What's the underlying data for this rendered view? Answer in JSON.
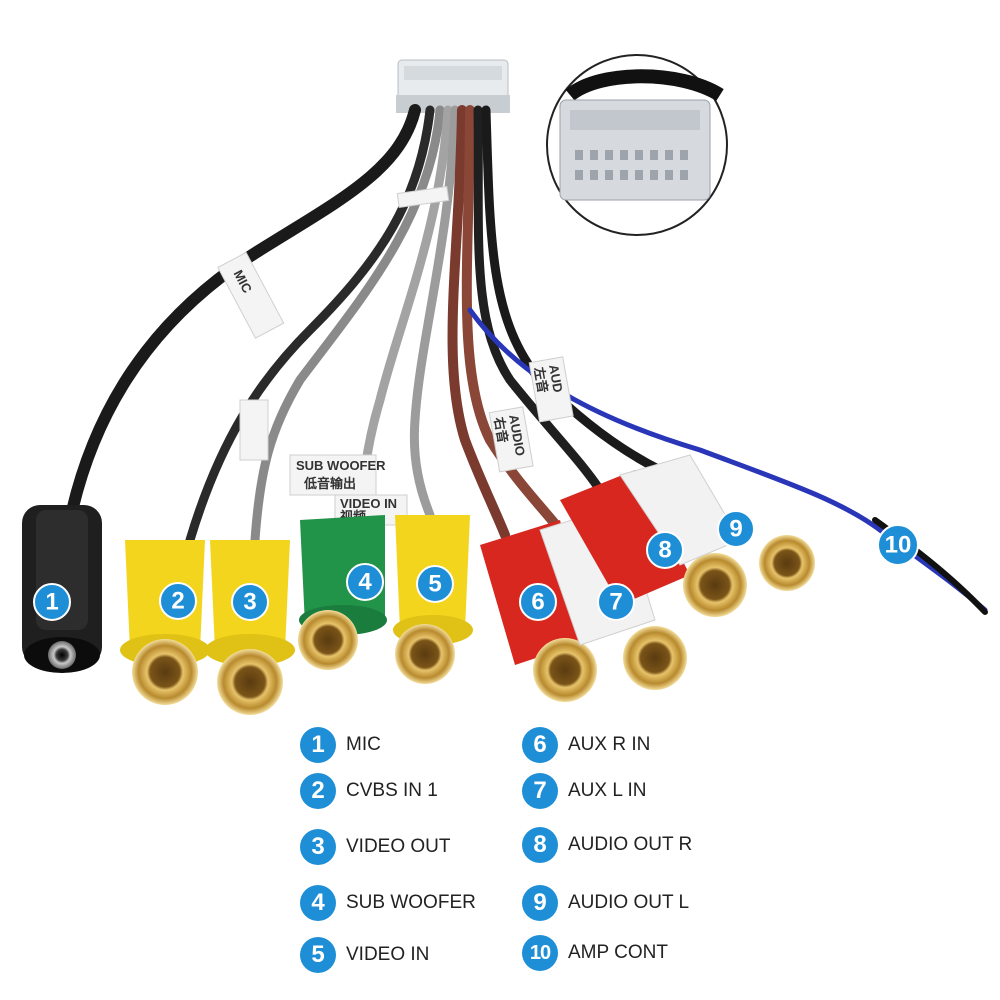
{
  "colors": {
    "badge": "#1e8fd6",
    "cable_black": "#1a1a1a",
    "cable_gray": "#9a9a9a",
    "cable_brown": "#7a3b2e",
    "cable_blue": "#2a36b8",
    "plug_yellow": "#f2d51c",
    "plug_green": "#22944a",
    "plug_red": "#d8271f",
    "plug_white": "#f2f2f2",
    "gold": "#c99b3a"
  },
  "tags": {
    "mic": "MIC",
    "sub_woofer": "SUB WOOFER",
    "sub_woofer_cn": "低音输出",
    "video": "VIDEO IN",
    "video_cn": "视频",
    "audio": "AUDIO",
    "audio_cn": "右音",
    "aud": "AUD",
    "aud_cn": "左音"
  },
  "connectors": [
    {
      "number": "1",
      "label": "MIC"
    },
    {
      "number": "2",
      "label": "CVBS IN 1"
    },
    {
      "number": "3",
      "label": "VIDEO OUT"
    },
    {
      "number": "4",
      "label": "SUB WOOFER"
    },
    {
      "number": "5",
      "label": "VIDEO IN"
    },
    {
      "number": "6",
      "label": "AUX R IN"
    },
    {
      "number": "7",
      "label": "AUX L IN"
    },
    {
      "number": "8",
      "label": "AUDIO OUT R"
    },
    {
      "number": "9",
      "label": "AUDIO OUT L"
    },
    {
      "number": "10",
      "label": "AMP CONT"
    }
  ]
}
